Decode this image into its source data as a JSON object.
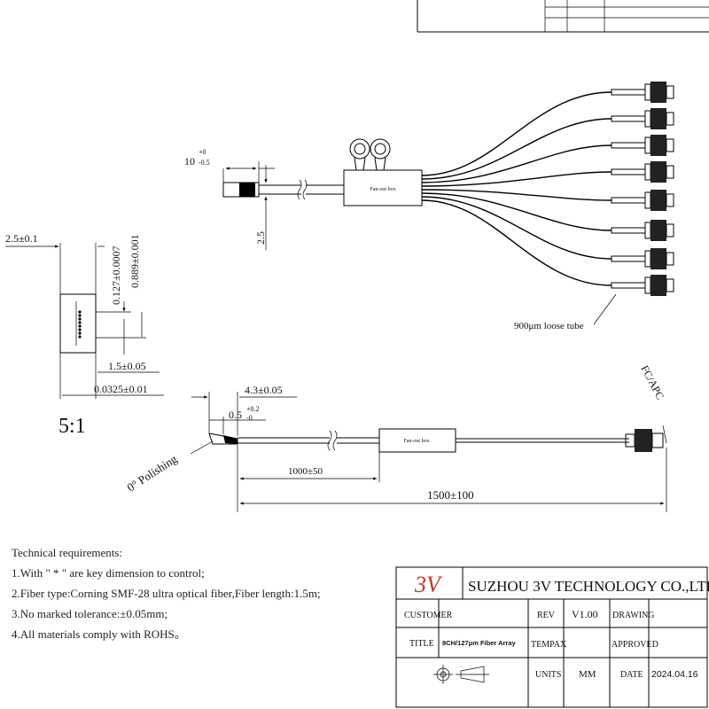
{
  "top_view": {
    "tip_dim": "10",
    "tip_tol_upper": "+0",
    "tip_tol_lower": "-0.5",
    "height_dim": "2.5",
    "box_label": "Fan-out box",
    "tube_label": "900μm loose tube"
  },
  "chip_view": {
    "width_dim": "2.5±0.1",
    "pitch_dim": "0.127±0.0007",
    "total_dim": "0.889±0.001",
    "depth_dim": "1.5±0.05",
    "offset_dim": "0.0325±0.01",
    "scale": "5:1"
  },
  "side_view": {
    "dim_43": "4.3±0.05",
    "dim_05": "0.5",
    "dim_05_upper": "+0.2",
    "dim_05_lower": "-0",
    "polishing": "0° Polishing",
    "box_label": "Fan-out box",
    "connector": "FC/APC",
    "len_1000": "1000±50",
    "len_1500": "1500±100"
  },
  "requirements": {
    "heading": "Technical requirements:",
    "items": [
      "1.With \" * \" are key dimension to control;",
      "2.Fiber type:Corning SMF-28 ultra optical fiber,Fiber length:1.5m;",
      "3.No marked tolerance:±0.05mm;",
      "4.All materials comply with ROHS。"
    ]
  },
  "title_block": {
    "logo": "3V",
    "company": "SUZHOU 3V TECHNOLOGY CO.,LTD.",
    "customer_label": "CUSTOMER",
    "rev_label": "REV",
    "rev_value": "V1.00",
    "drawing_label": "DRAWING",
    "title_label": "TITLE",
    "title_value": "8CH/127μm Fiber Array",
    "tempax_label": "TEMPAX",
    "approved_label": "APPROVED",
    "units_label": "UNITS",
    "units_value": "MM",
    "date_label": "DATE",
    "date_value": "2024.04.16"
  },
  "colors": {
    "line": "#000000",
    "logo": "#c0392b"
  }
}
